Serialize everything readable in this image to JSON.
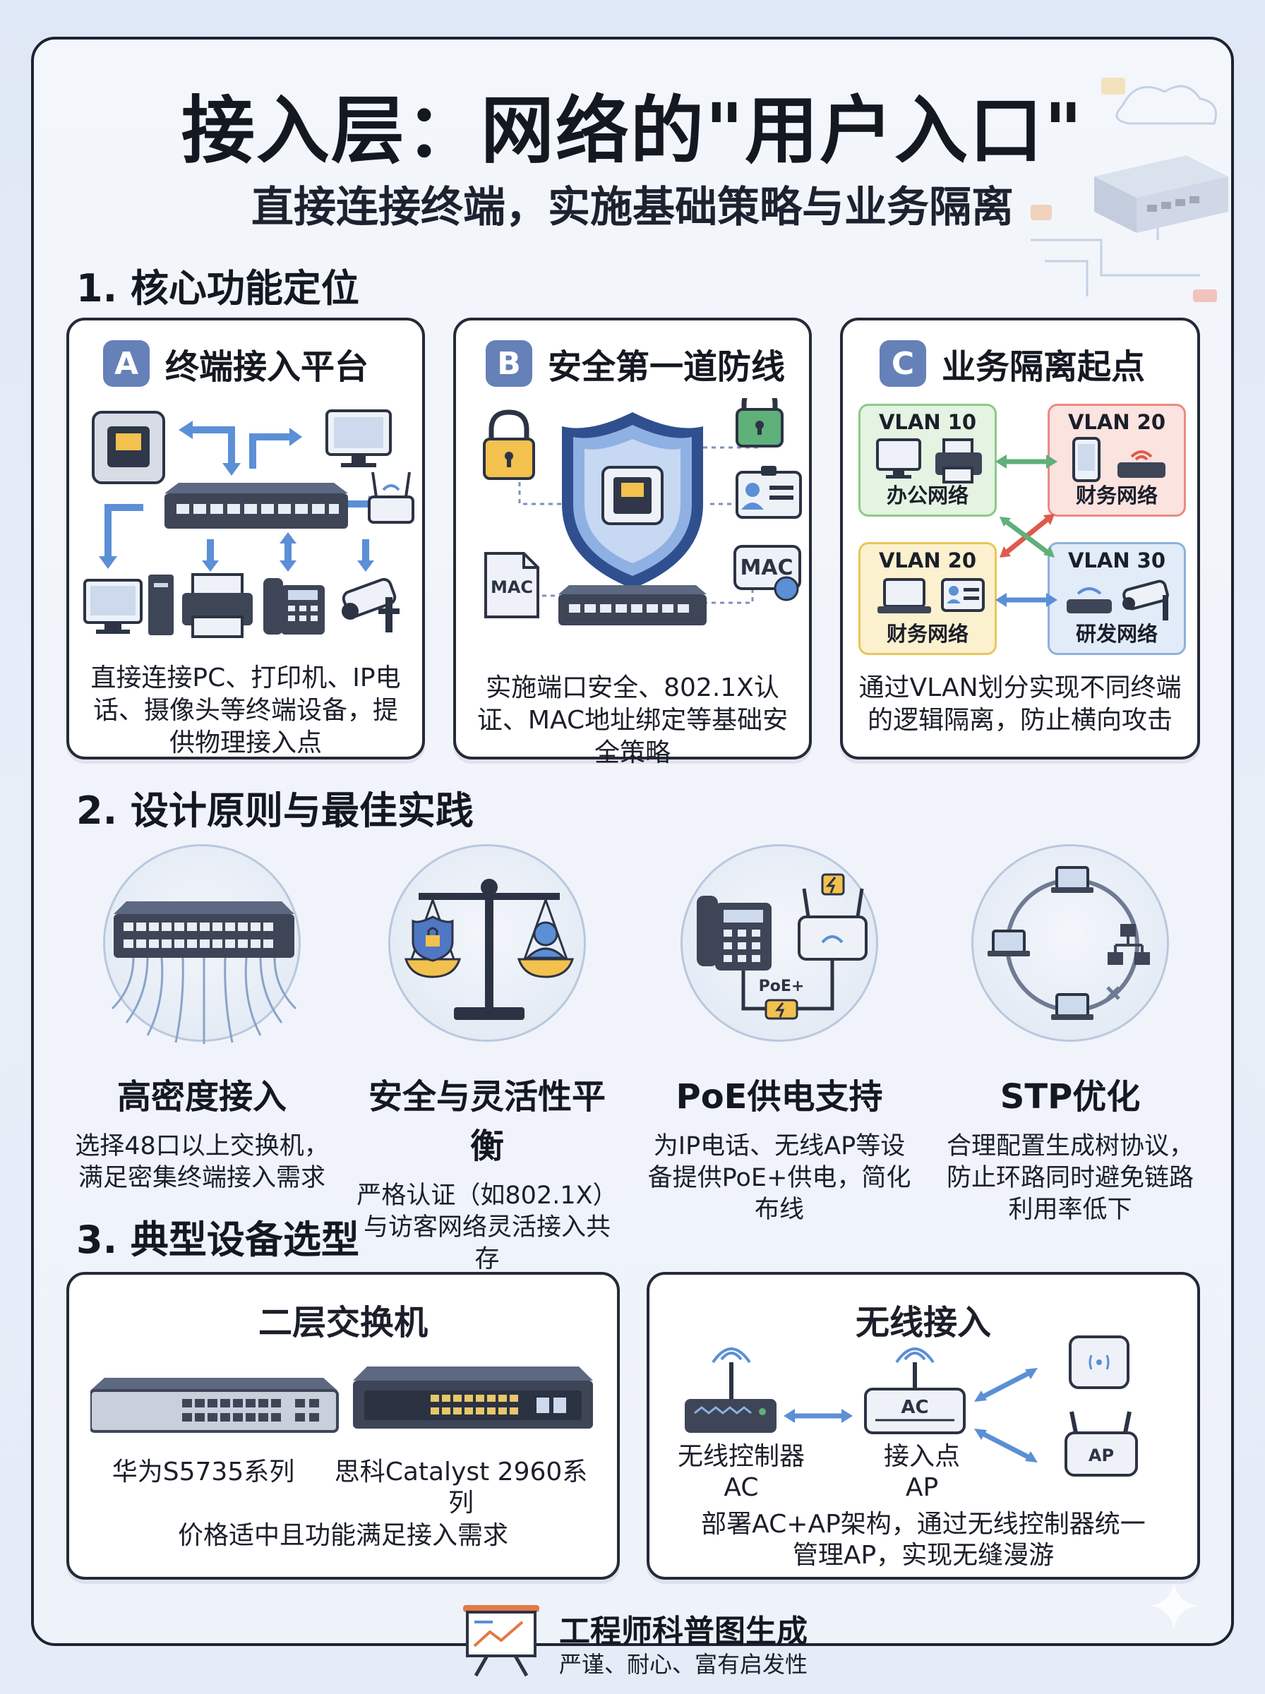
{
  "header": {
    "title": "接入层：网络的\"用户入口\"",
    "subtitle": "直接连接终端，实施基础策略与业务隔离"
  },
  "section1": {
    "heading": "1. 核心功能定位",
    "cards": [
      {
        "badge": "A",
        "title": "终端接入平台",
        "desc": "直接连接PC、打印机、IP电话、摄像头等终端设备，提供物理接入点"
      },
      {
        "badge": "B",
        "title": "安全第一道防线",
        "desc": "实施端口安全、802.1X认证、MAC地址绑定等基础安全策略",
        "mac_left": "MAC",
        "mac_right": "MAC"
      },
      {
        "badge": "C",
        "title": "业务隔离起点",
        "desc": "通过VLAN划分实现不同终端的逻辑隔离，防止横向攻击"
      }
    ],
    "vlans": [
      {
        "id": "VLAN 10",
        "name": "办公网络",
        "color": "#8cc98a",
        "fill": "#e4f3e2"
      },
      {
        "id": "VLAN 20",
        "name": "财务网络",
        "color": "#e98b82",
        "fill": "#fbe3e0"
      },
      {
        "id": "VLAN 20",
        "name": "财务网络",
        "color": "#e9c65a",
        "fill": "#fbf1cf"
      },
      {
        "id": "VLAN 30",
        "name": "研发网络",
        "color": "#8fb0df",
        "fill": "#e2ebf8"
      }
    ]
  },
  "section2": {
    "heading": "2. 设计原则与最佳实践",
    "items": [
      {
        "title": "高密度接入",
        "desc": "选择48口以上交换机，满足密集终端接入需求"
      },
      {
        "title": "安全与灵活性平衡",
        "desc": "严格认证（如802.1X）与访客网络灵活接入共存"
      },
      {
        "title": "PoE供电支持",
        "desc": "为IP电话、无线AP等设备提供PoE+供电，简化布线",
        "poe_label": "PoE+"
      },
      {
        "title": "STP优化",
        "desc": "合理配置生成树协议，防止环路同时避免链路利用率低下"
      }
    ]
  },
  "section3": {
    "heading": "3. 典型设备选型",
    "switch_card": {
      "title": "二层交换机",
      "device1": "华为S5735系列",
      "device2": "思科Catalyst 2960系列",
      "desc": "价格适中且功能满足接入需求"
    },
    "wireless_card": {
      "title": "无线接入",
      "ac_label": "无线控制器\nAC",
      "ap_label": "接入点\nAP",
      "ac_tag": "AC",
      "ap_tag": "AP",
      "desc": "部署AC+AP架构，通过无线控制器统一管理AP，实现无缝漫游"
    }
  },
  "footer": {
    "title": "工程师科普图生成",
    "subtitle": "严谨、耐心、富有启发性"
  },
  "colors": {
    "badge": "#6680b8",
    "shield": "#4f77c4",
    "lock": "#f2c14e",
    "lock_green": "#5fb07a",
    "device": "#3d4557",
    "arrow_blue": "#5b8fd6"
  }
}
